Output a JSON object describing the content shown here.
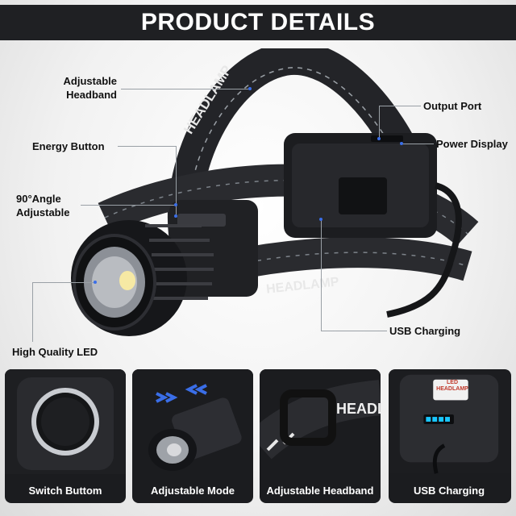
{
  "header": {
    "title": "PRODUCT DETAILS"
  },
  "callouts": {
    "adjustable_headband": "Adjustable\nHeadband",
    "output_port": "Output Port",
    "energy_button": "Energy Button",
    "power_display": "Power Display",
    "angle_adjustable": "90°Angle\nAdjustable",
    "usb_charging": "USB Charging",
    "high_quality_led": "High Quality LED"
  },
  "strap_text": {
    "top": "HEADLAMP",
    "side": "HEADLAMP"
  },
  "features": [
    {
      "caption": "Switch Buttom"
    },
    {
      "caption": "Adjustable Mode"
    },
    {
      "caption": "Adjustable Headband"
    },
    {
      "caption": "USB Charging"
    }
  ],
  "usb_panel": {
    "led_label": "LED\nHEADLAMP"
  },
  "colors": {
    "title_bg": "#1f2023",
    "accent_blue": "#3a6ee8",
    "battery_cyan": "#19c6ff"
  }
}
